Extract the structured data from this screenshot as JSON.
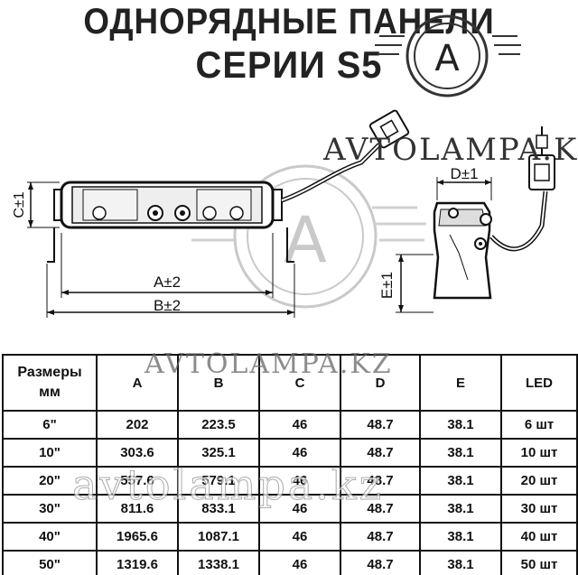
{
  "title": {
    "line1": "ОДНОРЯДНЫЕ ПАНЕЛИ",
    "line2": "СЕРИИ S5"
  },
  "watermark": {
    "top": "AVTOLAMPA.KZ",
    "middle": "AVTOLAMPA.KZ",
    "bottom": "avtolampa.kz",
    "logo_letter": "A"
  },
  "dimensions": {
    "c": "C±1",
    "a": "A±2",
    "b": "B±2",
    "d": "D±1",
    "e": "E±1"
  },
  "table": {
    "header": {
      "label_line1": "Размеры",
      "label_line2": "мм",
      "columns": [
        "A",
        "B",
        "C",
        "D",
        "E",
        "LED"
      ]
    },
    "rows": [
      [
        "6\"",
        "202",
        "223.5",
        "46",
        "48.7",
        "38.1",
        "6 шт"
      ],
      [
        "10\"",
        "303.6",
        "325.1",
        "46",
        "48.7",
        "38.1",
        "10 шт"
      ],
      [
        "20\"",
        "557.6",
        "579.1",
        "46",
        "48.7",
        "38.1",
        "20 шт"
      ],
      [
        "30\"",
        "811.6",
        "833.1",
        "46",
        "48.7",
        "38.1",
        "30 шт"
      ],
      [
        "40\"",
        "1965.6",
        "1087.1",
        "46",
        "48.7",
        "38.1",
        "40 шт"
      ],
      [
        "50\"",
        "1319.6",
        "1338.1",
        "46",
        "48.7",
        "38.1",
        "50 шт"
      ]
    ]
  }
}
